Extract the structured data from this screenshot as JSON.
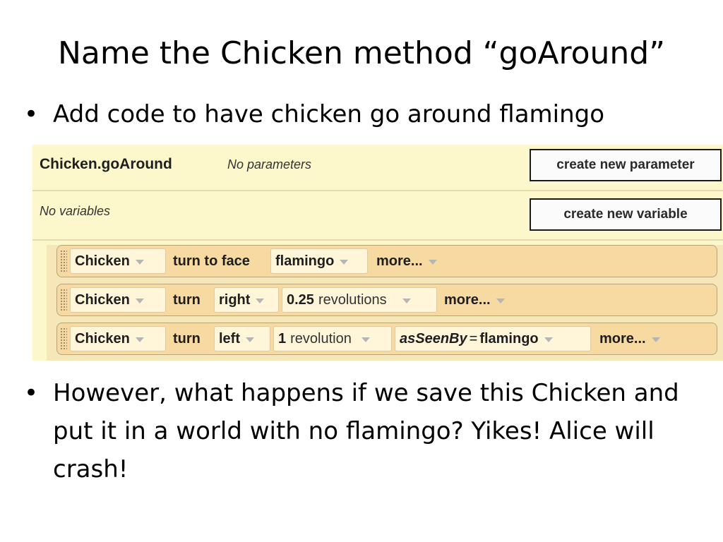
{
  "slide": {
    "title": "Name the Chicken method “goAround”",
    "bullet_char": "•",
    "bullets": [
      "Add code to have chicken go around flamingo",
      "However, what happens if we save this Chicken and put it in a world with no flamingo? Yikes! Alice will crash!"
    ]
  },
  "editor": {
    "method_name": "Chicken.goAround",
    "params_text": "No parameters",
    "vars_text": "No variables",
    "create_param_label": "create new parameter",
    "create_var_label": "create new variable",
    "statements": [
      {
        "object": "Chicken",
        "method": "turn to face",
        "target": "flamingo",
        "more": "more..."
      },
      {
        "object": "Chicken",
        "method": "turn",
        "direction": "right",
        "amount_value": "0.25",
        "amount_unit": "revolutions",
        "more": "more..."
      },
      {
        "object": "Chicken",
        "method": "turn",
        "direction": "left",
        "amount_value": "1",
        "amount_unit": "revolution",
        "option_name": "asSeenBy",
        "option_equals": "=",
        "option_value": "flamingo",
        "more": "more..."
      }
    ]
  },
  "colors": {
    "editor_bg": "#fdf8cc",
    "statement_bg": "#f7d9a2",
    "tile_bg": "#fff5d8"
  },
  "icons": {
    "dropdown": "chevron-down-icon",
    "drag_handle": "drag-handle-icon"
  }
}
